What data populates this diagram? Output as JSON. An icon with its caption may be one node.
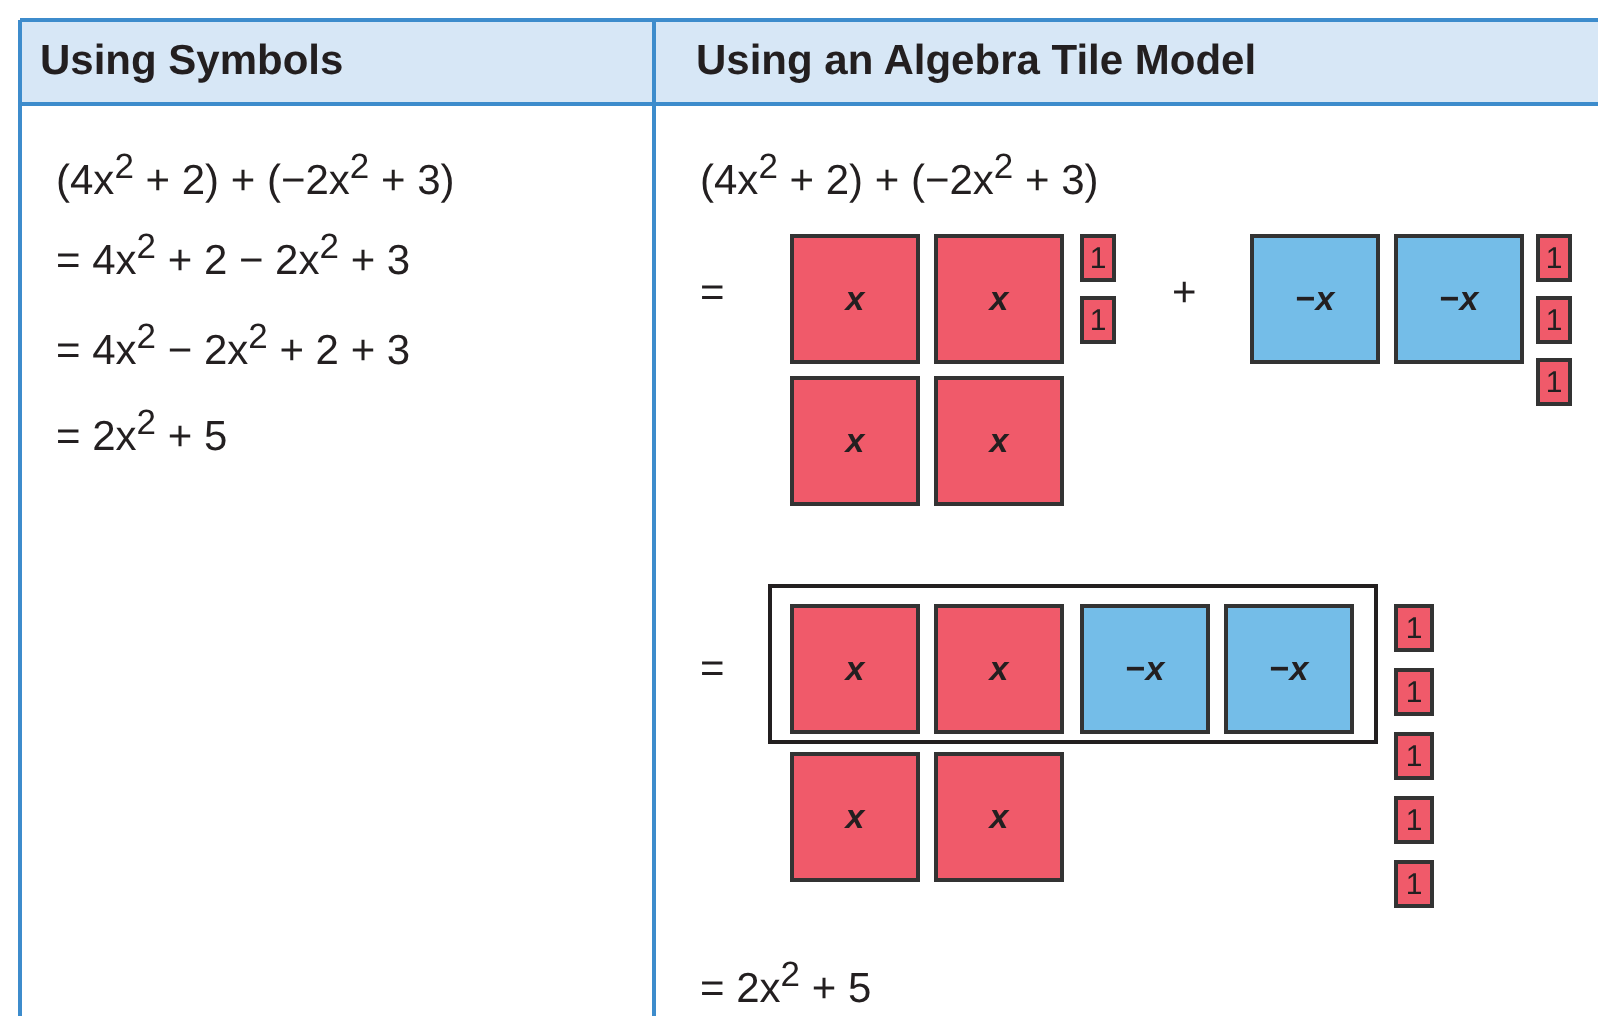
{
  "diagram": {
    "nodes": [
      {
        "text": [
          "*x*"
        ]
      },
      {
        "text": [
          "*x*"
        ]
      },
      {
        "text": [
          "1"
        ]
      },
      {
        "text": [
          "1"
        ]
      },
      {
        "text": [
          "−*x*"
        ]
      },
      {
        "text": [
          "−*x*"
        ]
      },
      {
        "text": [
          "1"
        ]
      },
      {
        "text": [
          "1"
        ]
      },
      {
        "text": [
          "*x*"
        ]
      },
      {
        "text": [
          "*x*"
        ]
      },
      {
        "text": [
          "1"
        ]
      },
      {
        "text": [],
        "shape": "box"
      },
      {
        "text": [
          "*x*"
        ],
        "in": 11
      },
      {
        "text": [
          "*x*"
        ],
        "in": 11
      },
      {
        "text": [
          "−*x*"
        ],
        "in": 11
      },
      {
        "text": [
          "−*x*"
        ],
        "in": 11
      },
      {
        "text": [
          "1"
        ]
      },
      {
        "text": [
          "*x*"
        ]
      },
      {
        "text": [
          "*x*"
        ]
      },
      {
        "text": [
          "1"
        ]
      },
      {
        "text": [
          "1"
        ]
      },
      {
        "text": [
          "1"
        ]
      },
      {
        "text": [
          "1"
        ]
      }
    ],
    "labels": [
      "Using Symbols",
      "Using an Algebra Tile Model",
      "(4x$^{2}$ + 2) + (−2x$^{2}$ + 3)",
      "= 4x$^{2}$ + 2 − 2x$^{2}$ + 3",
      "= 4x$^{2}$ − 2x$^{2}$ + 2 + 3",
      "= 2x$^{2}$ + 5",
      "(4x$^{2}$ + 2) + (−2x$^{2}$ + 3)",
      "=",
      "+",
      "=",
      "= 2x$^{2}$ + 5"
    ]
  }
}
